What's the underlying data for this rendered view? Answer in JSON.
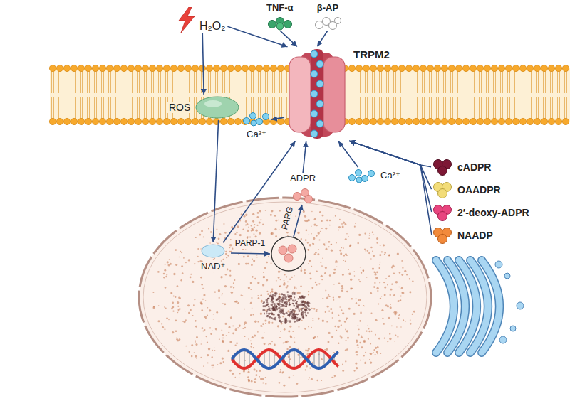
{
  "diagram": {
    "nodes": [
      {
        "text": [
          "H₂O₂"
        ]
      },
      {
        "text": [
          "TNF-α"
        ]
      },
      {
        "text": [
          "β-AP"
        ]
      },
      {
        "text": [
          "TRPM2"
        ]
      },
      {
        "text": [
          "ROS"
        ]
      },
      {
        "text": [
          "Ca²⁺"
        ]
      },
      {
        "text": [
          "cADPR"
        ]
      },
      {
        "text": [
          "ADPR"
        ]
      },
      {
        "text": [
          "Ca²⁺"
        ]
      },
      {
        "text": [
          "OAADPR"
        ]
      },
      {
        "text": [
          "2′-deoxy-ADPR"
        ]
      },
      {
        "text": [
          "NAADP"
        ]
      },
      {
        "text": [
          "NAD⁺"
        ]
      }
    ],
    "edges": [
      {
        "from": 0,
        "to": 3,
        "arrow": "to"
      },
      {
        "from": 1,
        "to": 3,
        "arrow": "to"
      },
      {
        "from": 2,
        "to": 3,
        "arrow": "to"
      },
      {
        "from": 0,
        "to": 4,
        "arrow": "to"
      },
      {
        "from": 3,
        "to": 5,
        "arrow": "to"
      },
      {
        "from": 4,
        "to": 12,
        "arrow": "to"
      },
      {
        "from": 12,
        "to": 3,
        "arrow": "to"
      },
      {
        "from": 7,
        "to": 3,
        "arrow": "to"
      },
      {
        "from": 8,
        "to": 3,
        "arrow": "to"
      },
      {
        "from": 6,
        "to": 3,
        "arrow": "to"
      },
      {
        "from": 9,
        "to": 3,
        "arrow": "to"
      },
      {
        "from": 10,
        "to": 3,
        "arrow": "to"
      },
      {
        "from": 11,
        "to": 3,
        "arrow": "to"
      }
    ],
    "labels": [
      "PARP-1",
      "PARG"
    ]
  }
}
